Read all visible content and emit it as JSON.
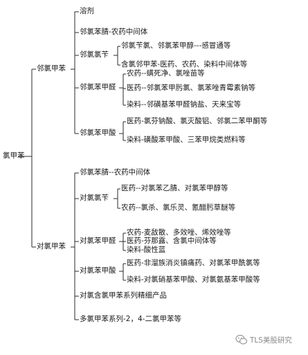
{
  "root": "氯甲苯",
  "ortho": {
    "label": "邻氯甲苯",
    "solvent": "溶剂",
    "nitrile": "邻氯苯腈-农药中间体",
    "benzyl": {
      "label": "邻氯氯苄",
      "c1": "邻氯苄氯、邻氯苯甲醇---感冒通等",
      "c2": "含氯邻甲苯-医药、农药、染料中间体等"
    },
    "aldehyde": {
      "label": "邻氯苯甲醛",
      "c1": "农药--螨死净、氯唑苗等",
      "c2": "医药--邻氯苯甲肟氯、氯苯唑青霉素钠等",
      "c3": "染料--邻磺基苯甲醛钠盐、天来宝等"
    },
    "acid": {
      "label": "邻氯苯甲酸",
      "c1": "医药-氯芬钠酸、氯灭酸铝、邻氯二苯甲酮等",
      "c2": "染料-磺酸苯甲酸、三苯甲烷类燃料等"
    }
  },
  "para": {
    "label": "对氯甲苯",
    "nitrile": "邻氯苯腈--农药中间体",
    "benzyl": {
      "label": "对氯氯苄",
      "c1": "医药--对氯苯乙腈、对氯苯甲醇等",
      "c2": "农药--氯杀、氯乐灵、氰醋肟草醚等"
    },
    "aldehyde": {
      "label": "对氯苯甲醛",
      "c1": "农药-麦敌散、多效唑、烯效唑等",
      "c2": "医药-芬那露、含氯中间体等",
      "c3": "染料-酸性蓝"
    },
    "acid": {
      "label": "对氯苯甲酸",
      "c1": "医药-非溜族消炎镇痛药、对氯苯甲酰氯等",
      "c2": "染料-对氯硝基苯甲酸、对氯氨基苯甲酸等"
    },
    "fine": "对氯含氯甲苯系列精细产品",
    "multi": "多氯甲苯系列-2，4-二氯甲苯等"
  },
  "watermark": "TLS美股研究"
}
